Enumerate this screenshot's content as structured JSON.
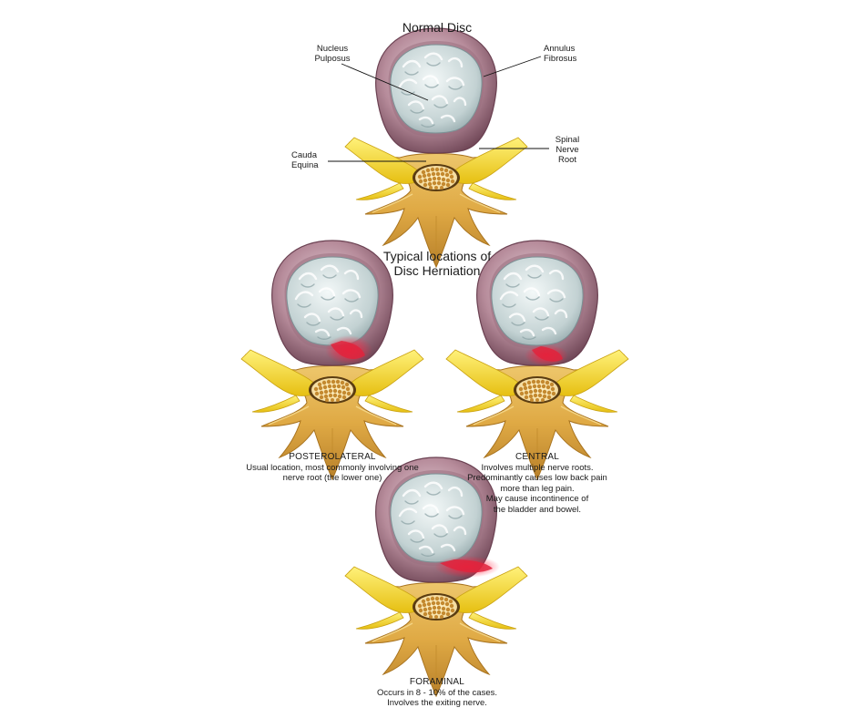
{
  "normal": {
    "title": "Normal Disc",
    "labels": {
      "nucleus": [
        "Nucleus",
        "Pulposus"
      ],
      "annulus": [
        "Annulus",
        "Fibrosus"
      ],
      "cauda": [
        "Cauda",
        "Equina"
      ],
      "spinal": [
        "Spinal",
        "Nerve",
        "Root"
      ]
    }
  },
  "herniation": {
    "title": [
      "Typical locations of",
      "Disc Herniation"
    ],
    "posterolateral": {
      "heading": "POSTEROLATERAL",
      "lines": [
        "Usual location, most commonly involving one",
        "nerve root (the lower one)"
      ]
    },
    "central": {
      "heading": "CENTRAL",
      "lines": [
        "Involves multiple nerve roots.",
        "Predominantly causes low back pain",
        "more than leg pain.",
        "May cause incontinence of",
        "the bladder and bowel."
      ]
    },
    "foraminal": {
      "heading": "FORAMINAL",
      "lines": [
        "Occurs in 8 - 10% of the cases.",
        "Involves the exiting nerve."
      ]
    }
  },
  "colors": {
    "annulus": "#b48a98",
    "annulus_dark": "#7e5565",
    "nucleus": "#cfdcdc",
    "bone": "#e2b34a",
    "bone_dark": "#b47d22",
    "nerve": "#f2d21e",
    "herniation": "#e0233c"
  }
}
